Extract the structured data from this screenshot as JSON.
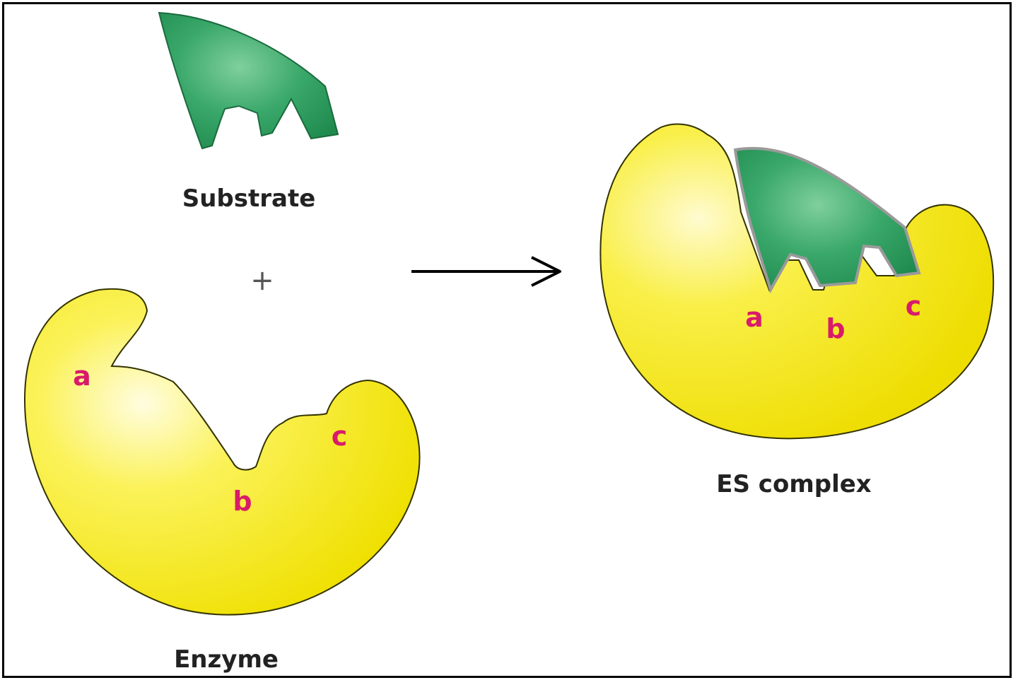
{
  "labels": {
    "substrate": "Substrate",
    "enzyme": "Enzyme",
    "es_complex": "ES complex",
    "plus": "+"
  },
  "sites": {
    "enzyme": [
      "a",
      "b",
      "c"
    ],
    "complex": [
      "a",
      "b",
      "c"
    ]
  },
  "colors": {
    "substrate": "#2e9e5e",
    "enzyme": "#f2e81a",
    "site_label": "#d81b6a",
    "arrow": "#000000"
  }
}
